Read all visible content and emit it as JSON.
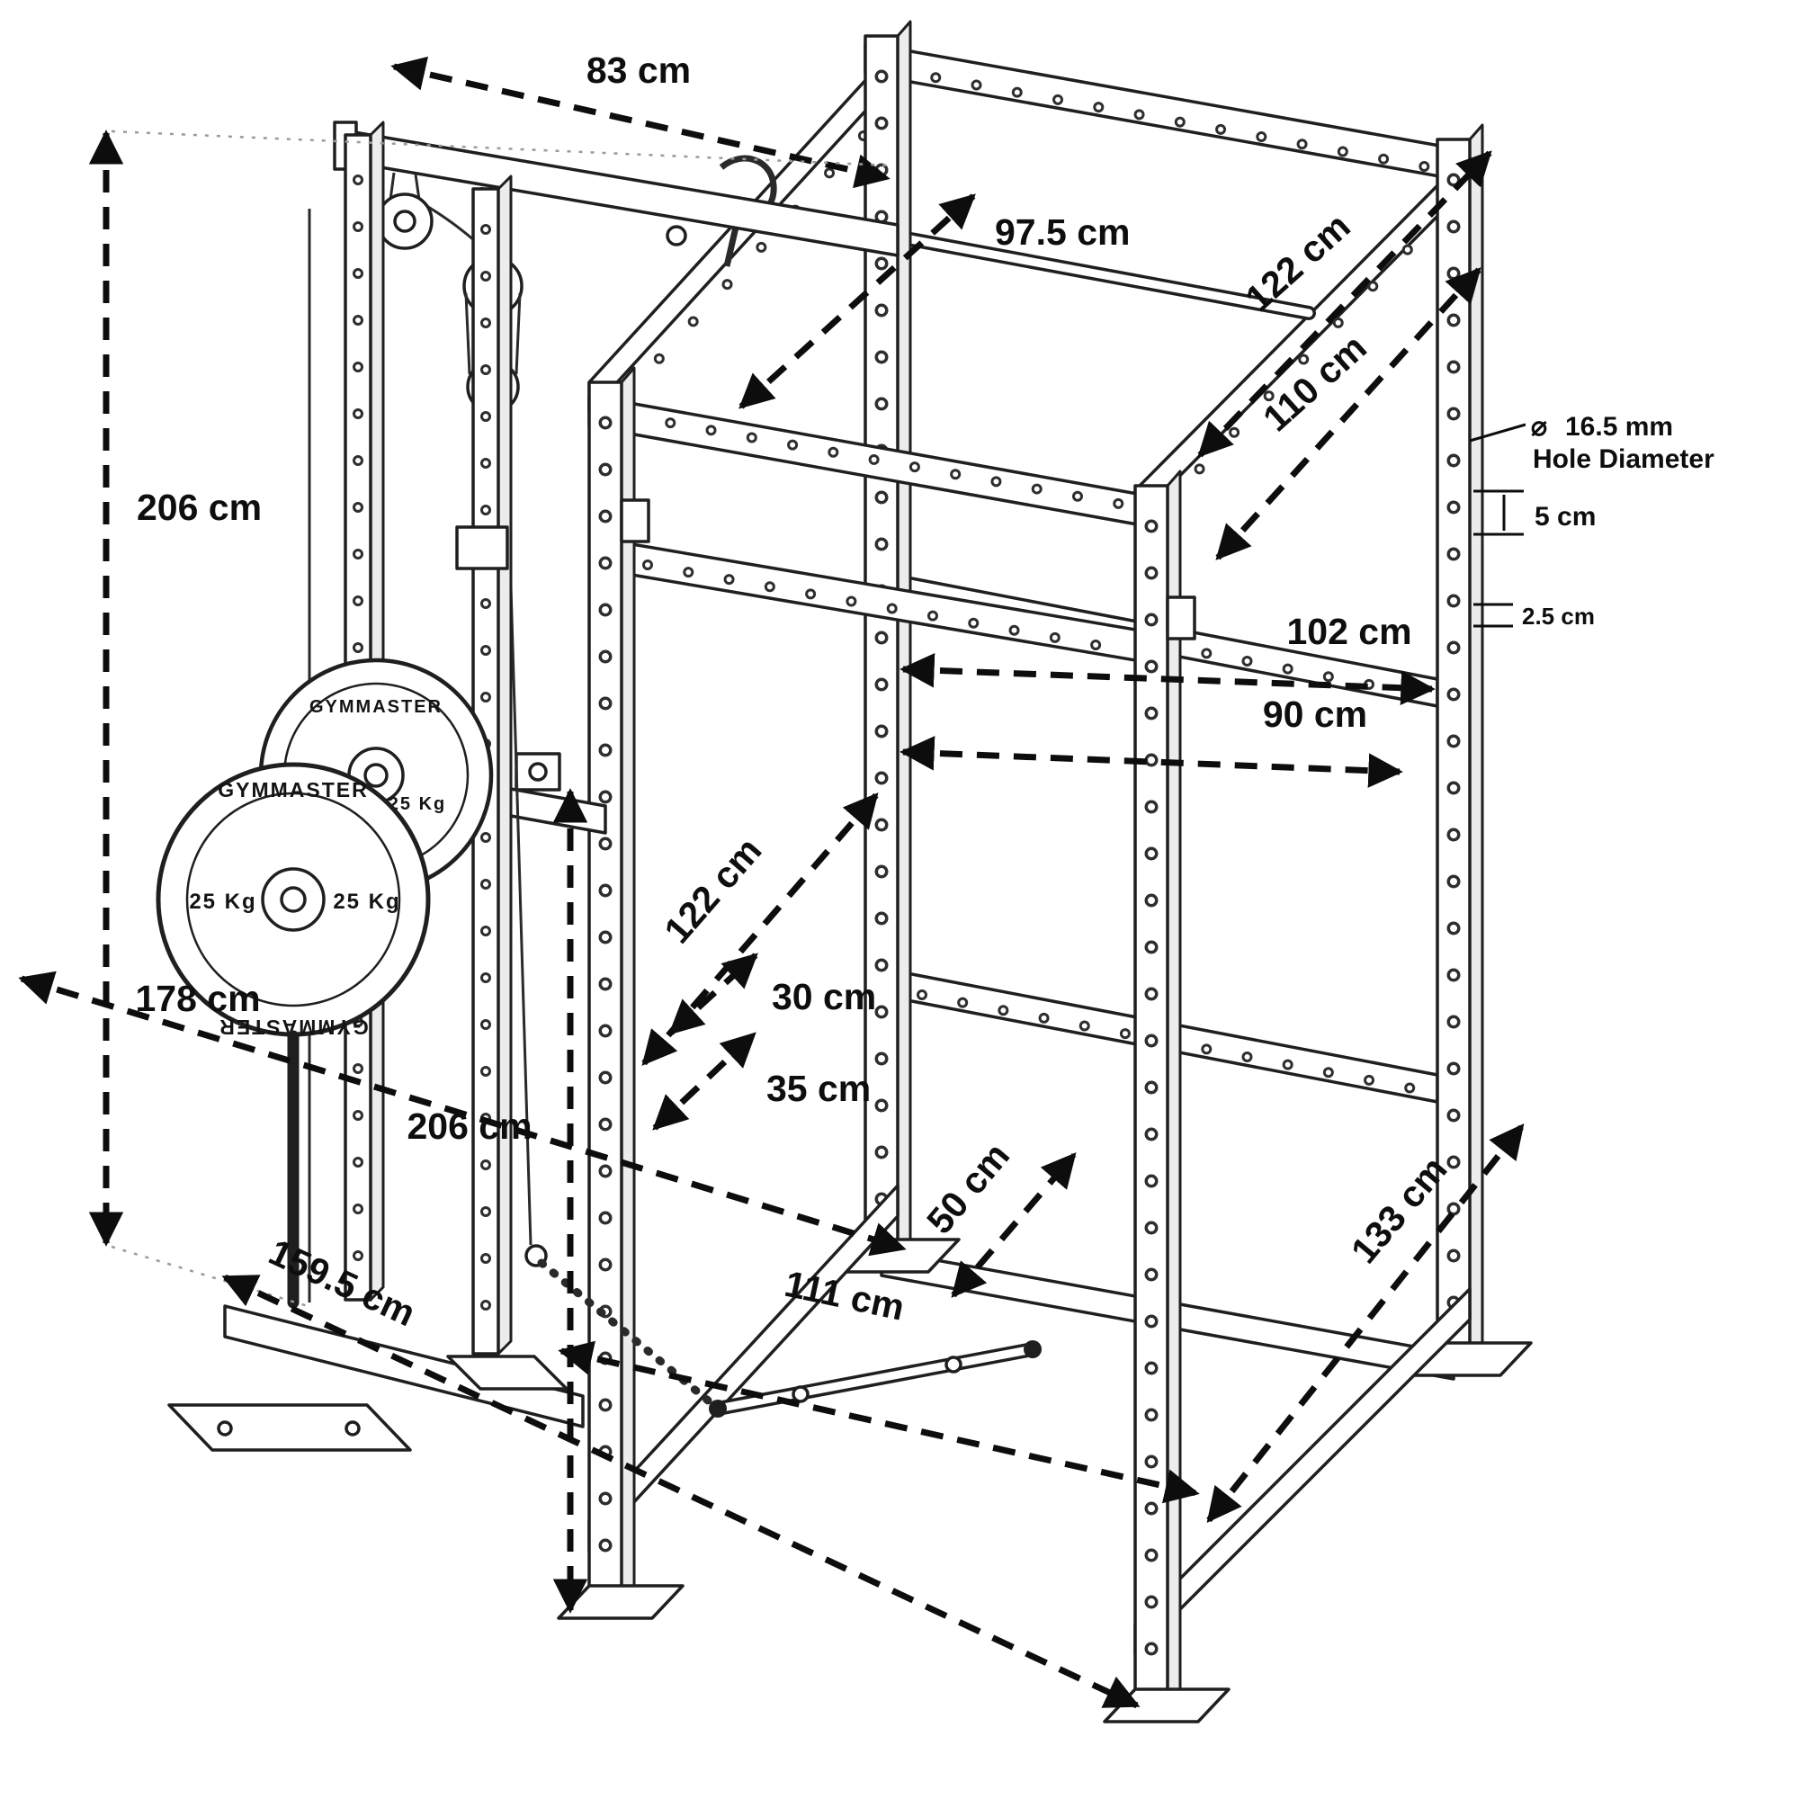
{
  "diagram": {
    "subject": "power-cage-with-plate-loaded-lat-pulley-tower",
    "background": "#ffffff",
    "line_color": "#1f1f1f",
    "dimension_color": "#0d0d0d"
  },
  "dims": {
    "top_beam": "83 cm",
    "top_front": "97.5 cm",
    "top_depth_outer": "122 cm",
    "top_depth_inner": "110 cm",
    "height_left": "206 cm",
    "hole_symbol": "⌀",
    "hole_diameter": "16.5 mm",
    "hole_diameter_caption": "Hole Diameter",
    "hole_pitch": "5 cm",
    "hole_pitch_half": "2.5 cm",
    "inner_width_outer": "102 cm",
    "inner_width": "90 cm",
    "inner_depth": "122 cm",
    "total_depth": "178 cm",
    "offset_30": "30 cm",
    "offset_35": "35 cm",
    "height_front": "206 cm",
    "bar_handle": "50 cm",
    "base_width_total": "159.5 cm",
    "base_width_front": "111 cm",
    "base_depth": "133 cm"
  },
  "plates": {
    "brand": "GYMMASTER",
    "weight": "25 Kg"
  }
}
